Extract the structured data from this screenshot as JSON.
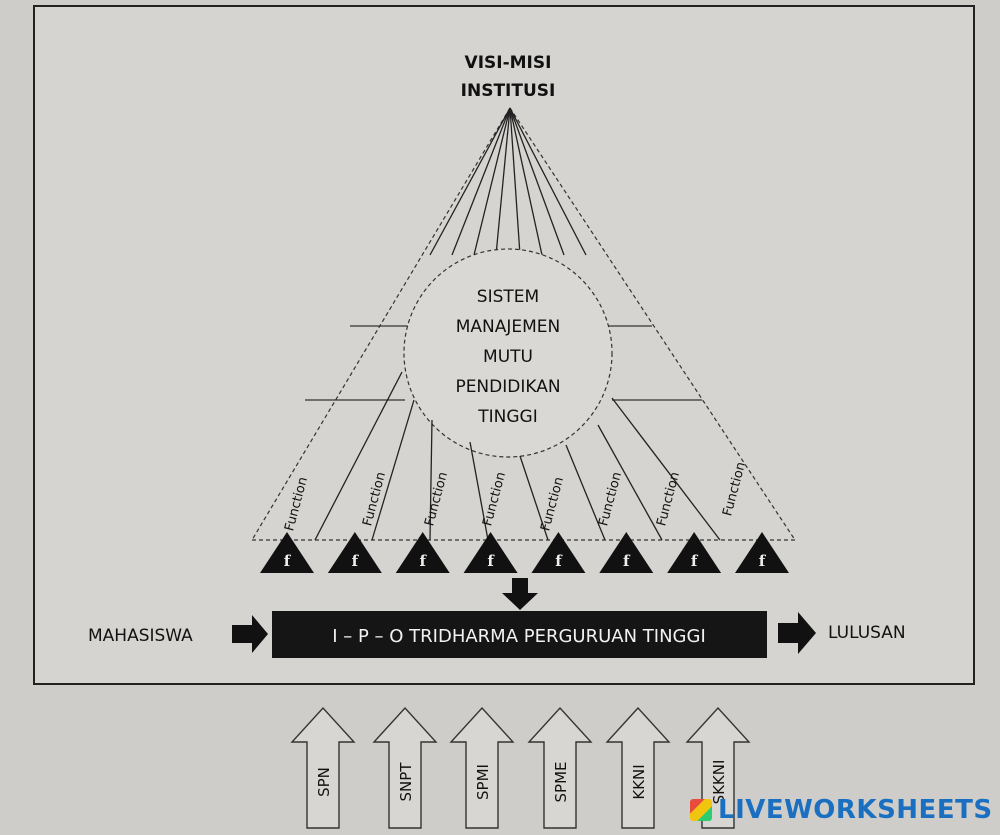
{
  "apex_label": [
    "VISI-MISI",
    "INSTITUSI"
  ],
  "center_label": [
    "SISTEM",
    "MANAJEMEN",
    "MUTU",
    "PENDIDIKAN",
    "TINGGI"
  ],
  "function_label": "Function",
  "function_symbol": "f",
  "function_count": 8,
  "input_label": "MAHASISWA",
  "process_label": "I – P – O  TRIDHARMA PERGURUAN TINGGI",
  "output_label": "LULUSAN",
  "standards": [
    "SPN",
    "SNPT",
    "SPMI",
    "SPME",
    "KKNI",
    "SKKNI"
  ],
  "brand": "LIVEWORKSHEETS"
}
